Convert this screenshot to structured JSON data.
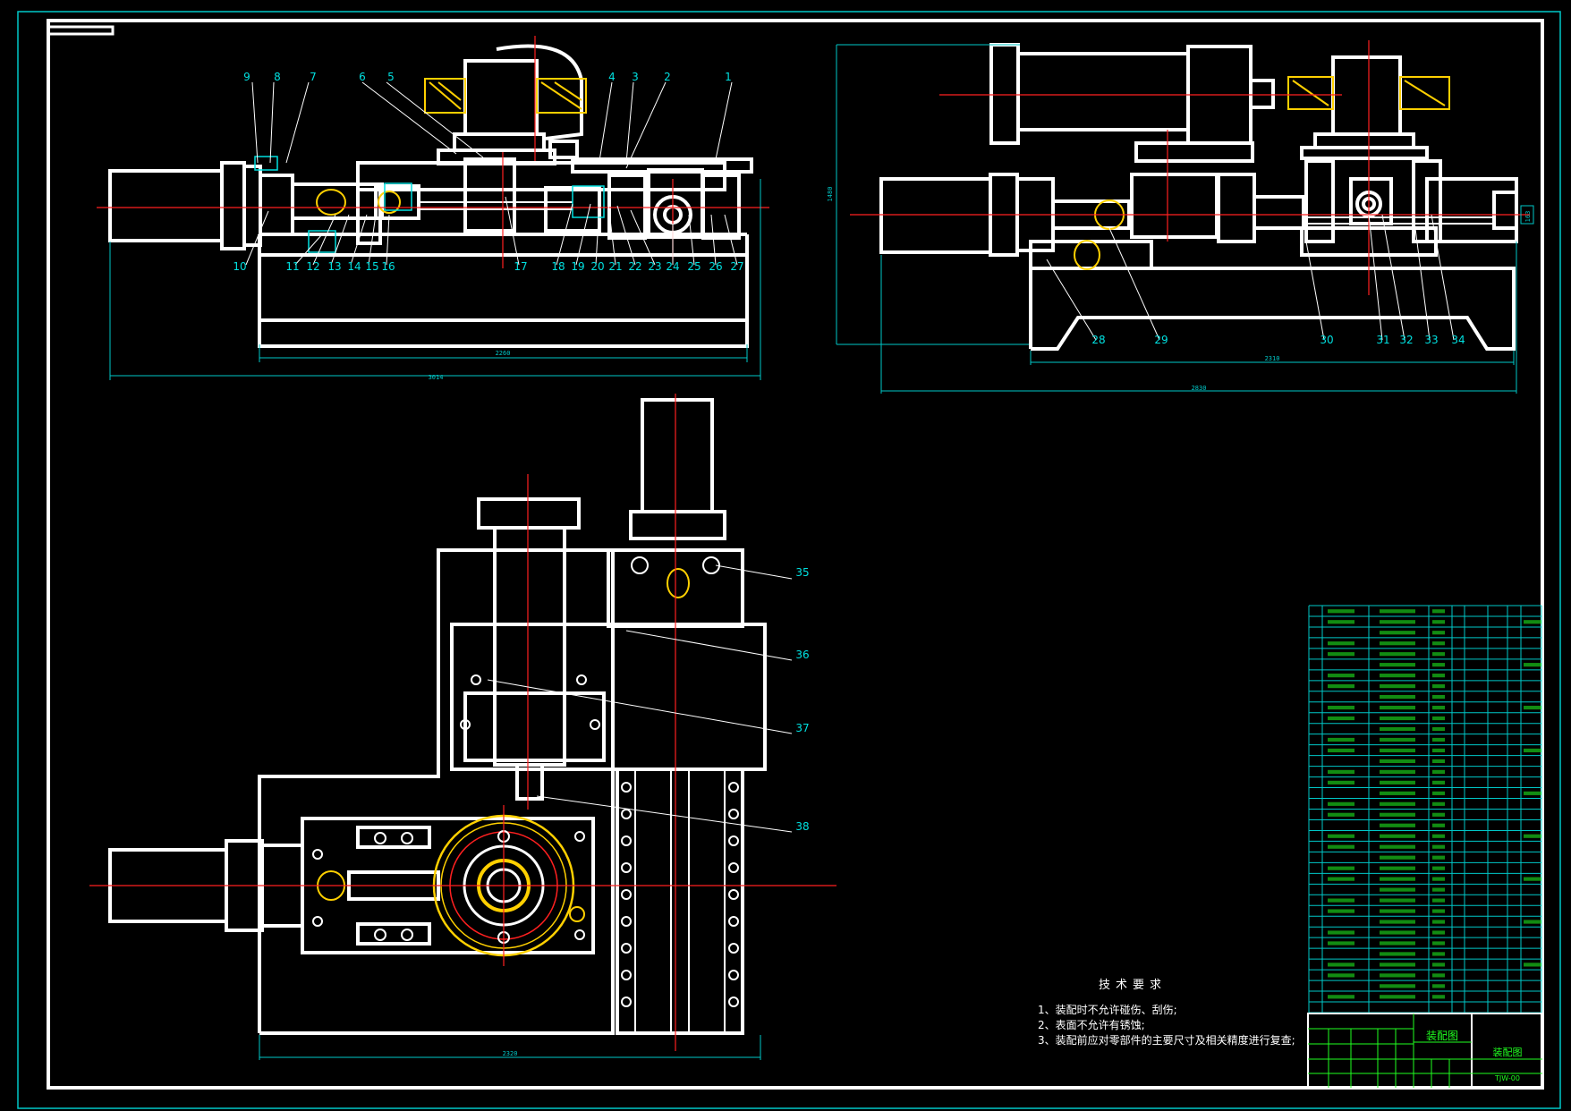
{
  "colors": {
    "frame": "#00c8c8",
    "outline": "#ffffff",
    "center_line": "#ff2020",
    "label": "#00e0e0",
    "bom_text": "#20ff20",
    "gear": "#ffd000"
  },
  "top_left_labels": [
    "9",
    "8",
    "7",
    "6",
    "5",
    "4",
    "3",
    "2",
    "1"
  ],
  "top_left_bottom_labels": [
    "10",
    "11",
    "12",
    "13",
    "14",
    "15",
    "16",
    "17",
    "18",
    "19",
    "20",
    "21",
    "22",
    "23",
    "24",
    "25",
    "26",
    "27"
  ],
  "top_left_dims": [
    "2260",
    "3014"
  ],
  "top_right_labels": [
    "28",
    "29",
    "30",
    "31",
    "32",
    "33",
    "34"
  ],
  "top_right_dims": [
    "1480",
    "2310",
    "2830",
    "163"
  ],
  "bottom_labels": [
    "35",
    "36",
    "37",
    "38"
  ],
  "bottom_dims": [
    "2320"
  ],
  "notes": {
    "title": "技术要求",
    "lines": [
      "1、装配时不允许碰伤、刮伤;",
      "2、表面不允许有锈蚀;",
      "3、装配前应对零部件的主要尺寸及相关精度进行复查;"
    ]
  },
  "title_block": {
    "drawing_name": "装配图",
    "name_right": "装配图",
    "drawing_number": "TJW-00"
  }
}
